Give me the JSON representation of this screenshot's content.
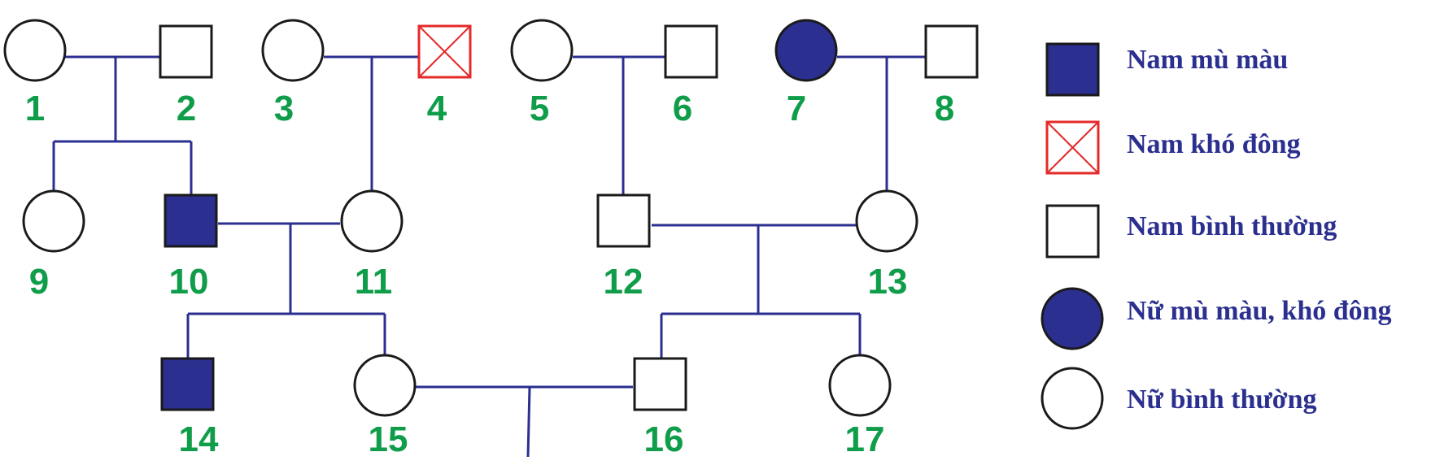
{
  "colors": {
    "affected": "#2b2f8f",
    "hemophilia": "#e52a2a",
    "line": "#2b2f8f",
    "number": "#0f9d4a",
    "legend_text": "#2b2f8f"
  },
  "individuals": [
    {
      "id": "1",
      "sex": "female",
      "status": "normal"
    },
    {
      "id": "2",
      "sex": "male",
      "status": "normal"
    },
    {
      "id": "3",
      "sex": "female",
      "status": "normal"
    },
    {
      "id": "4",
      "sex": "male",
      "status": "hemophilia"
    },
    {
      "id": "5",
      "sex": "female",
      "status": "normal"
    },
    {
      "id": "6",
      "sex": "male",
      "status": "normal"
    },
    {
      "id": "7",
      "sex": "female",
      "status": "colorblind-hemophilia"
    },
    {
      "id": "8",
      "sex": "male",
      "status": "normal"
    },
    {
      "id": "9",
      "sex": "female",
      "status": "normal"
    },
    {
      "id": "10",
      "sex": "male",
      "status": "colorblind"
    },
    {
      "id": "11",
      "sex": "female",
      "status": "normal"
    },
    {
      "id": "12",
      "sex": "male",
      "status": "normal"
    },
    {
      "id": "13",
      "sex": "female",
      "status": "normal"
    },
    {
      "id": "14",
      "sex": "male",
      "status": "colorblind"
    },
    {
      "id": "15",
      "sex": "female",
      "status": "normal"
    },
    {
      "id": "16",
      "sex": "male",
      "status": "normal"
    },
    {
      "id": "17",
      "sex": "female",
      "status": "normal"
    }
  ],
  "legend": [
    {
      "symbol": "male-affected",
      "label": "Nam mù màu"
    },
    {
      "symbol": "male-hemophilia",
      "label": "Nam khó đông"
    },
    {
      "symbol": "male-normal",
      "label": "Nam bình thường"
    },
    {
      "symbol": "female-affected",
      "label": "Nữ mù màu, khó đông"
    },
    {
      "symbol": "female-normal",
      "label": "Nữ bình thường"
    }
  ]
}
